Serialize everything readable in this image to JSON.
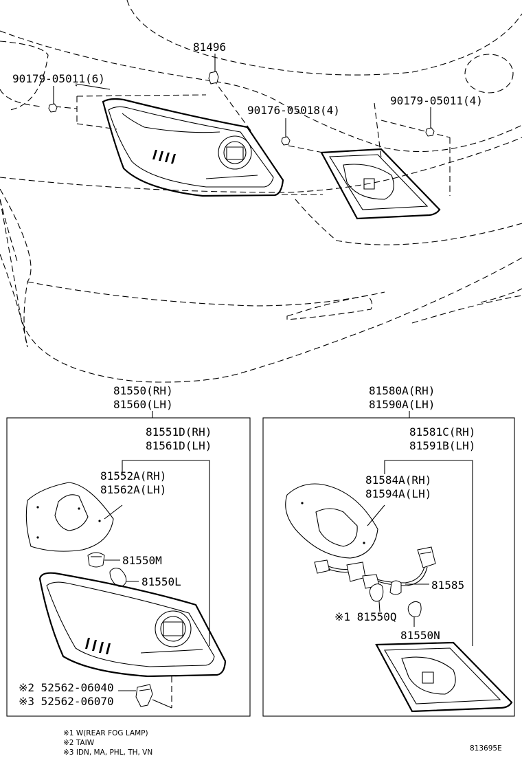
{
  "top_view": {
    "callouts": [
      {
        "id": "c81496",
        "text": "81496"
      },
      {
        "id": "c90179_6",
        "text": "90179-05011(6)"
      },
      {
        "id": "c90176_4",
        "text": "90176-05018(4)"
      },
      {
        "id": "c90179_4",
        "text": "90179-05011(4)"
      }
    ]
  },
  "left_box": {
    "title_rh": "81550(RH)",
    "title_lh": "81560(LH)",
    "callouts": [
      {
        "id": "l81551",
        "lines": [
          "81551D(RH)",
          "81561D(LH)"
        ]
      },
      {
        "id": "l81552",
        "lines": [
          "81552A(RH)",
          "81562A(LH)"
        ]
      },
      {
        "id": "l81550m",
        "lines": [
          "81550M"
        ]
      },
      {
        "id": "l81550l",
        "lines": [
          "81550L"
        ]
      },
      {
        "id": "l52562",
        "lines": [
          "※2 52562-06040",
          "※3 52562-06070"
        ]
      }
    ]
  },
  "right_box": {
    "title_rh": "81580A(RH)",
    "title_lh": "81590A(LH)",
    "callouts": [
      {
        "id": "r81581",
        "lines": [
          "81581C(RH)",
          "81591B(LH)"
        ]
      },
      {
        "id": "r81584",
        "lines": [
          "81584A(RH)",
          "81594A(LH)"
        ]
      },
      {
        "id": "r81585",
        "lines": [
          "81585"
        ]
      },
      {
        "id": "r81550q",
        "lines": [
          "※1 81550Q"
        ]
      },
      {
        "id": "r81550n",
        "lines": [
          "81550N"
        ]
      }
    ]
  },
  "footnotes": [
    "※1 W(REAR FOG LAMP)",
    "※2 TAIW",
    "※3 IDN, MA, PHL, TH, VN"
  ],
  "diagram_code": "813695E"
}
